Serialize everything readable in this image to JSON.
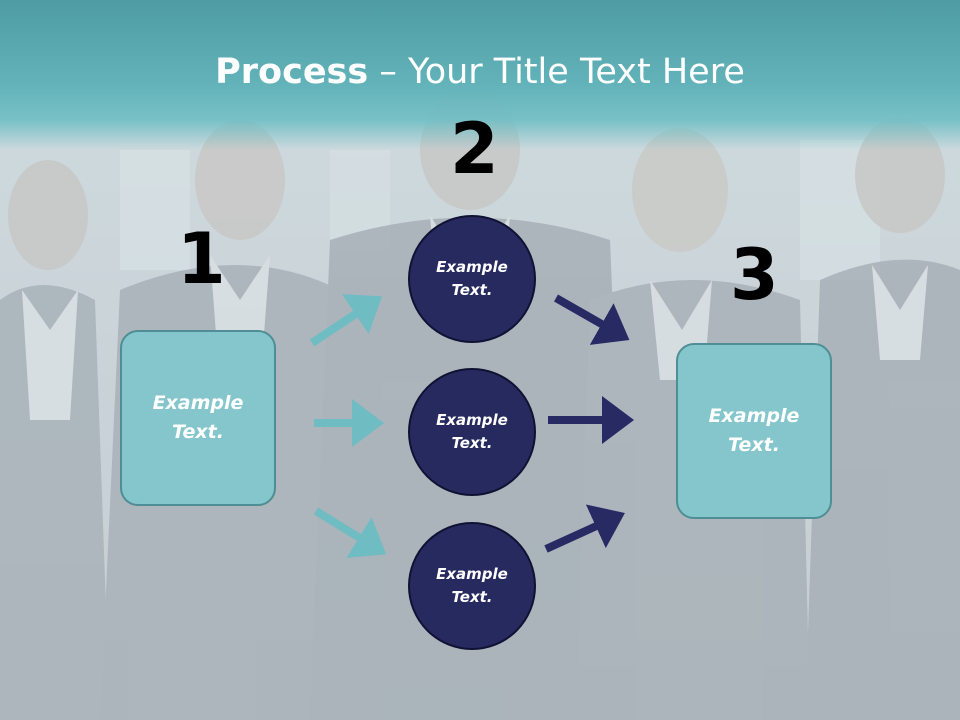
{
  "title": {
    "bold": "Process",
    "rest": " – Your Title Text Here"
  },
  "steps": {
    "n1": "1",
    "n2": "2",
    "n3": "3"
  },
  "left_box": {
    "text": "Example Text."
  },
  "right_box": {
    "text": "Example Text."
  },
  "circles": [
    {
      "text": "Example Text."
    },
    {
      "text": "Example Text."
    },
    {
      "text": "Example Text."
    }
  ],
  "colors": {
    "header": "#5eabb2",
    "box_fill": "#84c6cb",
    "circle_fill": "#262a5f",
    "arrow_light": "#6fbcc3",
    "arrow_dark": "#272a63"
  },
  "icons": {
    "background": "business-team-photo",
    "arrow": "arrow-icon"
  }
}
